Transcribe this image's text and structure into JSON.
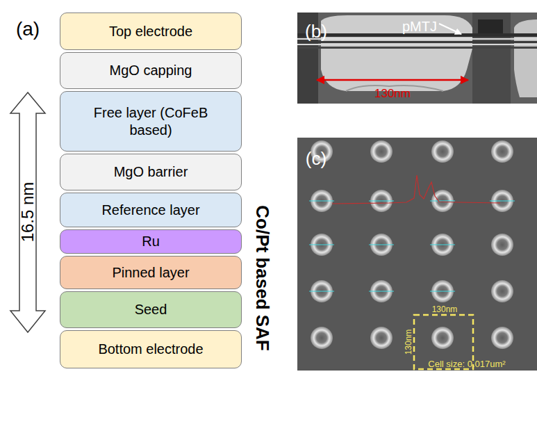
{
  "diagram": {
    "nodes": [
      {
        "text": [
          "Top electrode"
        ]
      },
      {
        "text": [
          "MgO capping"
        ]
      },
      {
        "text": [
          "Free layer (CoFeB based)"
        ]
      },
      {
        "text": [
          "MgO barrier"
        ]
      },
      {
        "text": [
          "Reference layer"
        ]
      },
      {
        "text": [
          "Ru"
        ]
      },
      {
        "text": [
          "Pinned layer"
        ]
      },
      {
        "text": [
          "Seed"
        ]
      },
      {
        "text": [
          "Bottom electrode"
        ]
      }
    ],
    "labels": [
      "(a)",
      "16.5 nm",
      "Co/Pt based SAF",
      "(b)",
      "pMTJ",
      "130nm",
      "(c)",
      "130nm",
      "130nm",
      "Cell size: 0.017um²"
    ]
  }
}
